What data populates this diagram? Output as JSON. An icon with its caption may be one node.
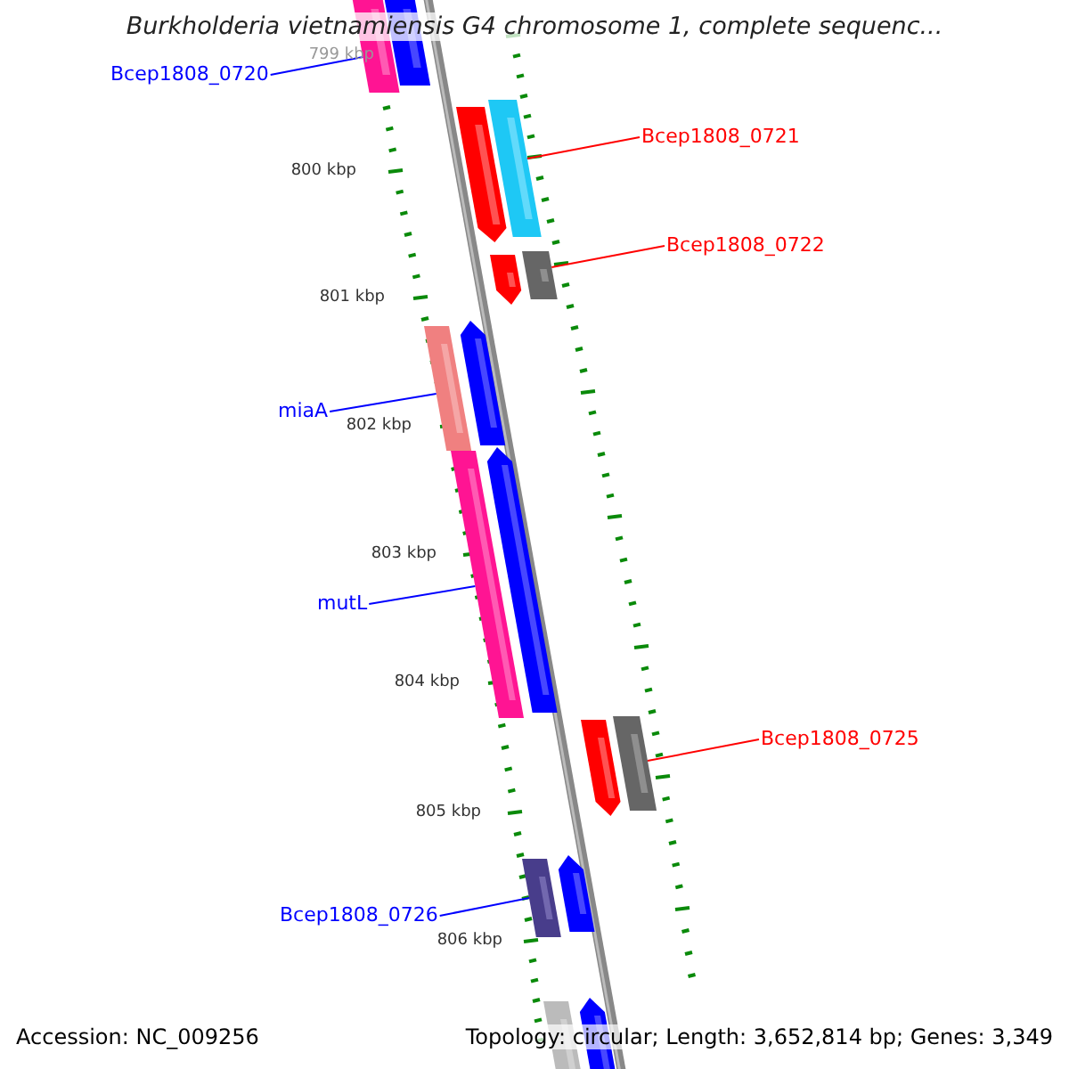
{
  "diagram": {
    "title": "Burkholderia vietnamiensis G4 chromosome 1, complete sequenc...",
    "nodes": [
      {
        "text": [
          "Bcep1808_0720"
        ]
      },
      {
        "text": [],
        "shape": "bar"
      },
      {
        "text": [],
        "shape": "bar"
      },
      {
        "text": [],
        "shape": "bar"
      },
      {
        "text": [],
        "shape": "bar"
      },
      {
        "text": [
          "Bcep1808_0721"
        ]
      },
      {
        "text": [
          "Bcep1808_0722"
        ]
      },
      {
        "text": [],
        "shape": "bar"
      },
      {
        "text": [],
        "shape": "bar"
      },
      {
        "text": [
          "miaA"
        ]
      },
      {
        "text": [],
        "shape": "bar"
      },
      {
        "text": [],
        "shape": "bar"
      },
      {
        "text": [
          "mutL"
        ]
      },
      {
        "text": [],
        "shape": "bar"
      },
      {
        "text": [],
        "shape": "bar"
      },
      {
        "text": [
          "Bcep1808_0725"
        ]
      },
      {
        "text": [],
        "shape": "bar"
      },
      {
        "text": [],
        "shape": "bar"
      },
      {
        "text": [
          "Bcep1808_0726"
        ]
      },
      {
        "text": [],
        "shape": "bar"
      },
      {
        "text": [],
        "shape": "bar"
      },
      {
        "text": [],
        "shape": "bar"
      },
      {
        "text": [],
        "shape": "bar"
      }
    ],
    "edges": [
      {
        "from": 0,
        "to": 1,
        "arrow": "none"
      },
      {
        "from": 5,
        "to": 4,
        "arrow": "none",
        "color": "#ff0000"
      },
      {
        "from": 6,
        "to": 8,
        "arrow": "none",
        "color": "#ff0000"
      },
      {
        "from": 9,
        "to": 11,
        "arrow": "none"
      },
      {
        "from": 12,
        "to": 13,
        "arrow": "none"
      },
      {
        "from": 15,
        "to": 17,
        "arrow": "none",
        "color": "#ff0000"
      },
      {
        "from": 18,
        "to": 19,
        "arrow": "none"
      }
    ],
    "labels": [
      "799 kbp",
      "800 kbp",
      "801 kbp",
      "802 kbp",
      "803 kbp",
      "804 kbp",
      "805 kbp",
      "806 kbp",
      "Accession: NC_009256",
      "Topology: circular; Length: 3,652,814 bp; Genes: 3,349"
    ]
  }
}
